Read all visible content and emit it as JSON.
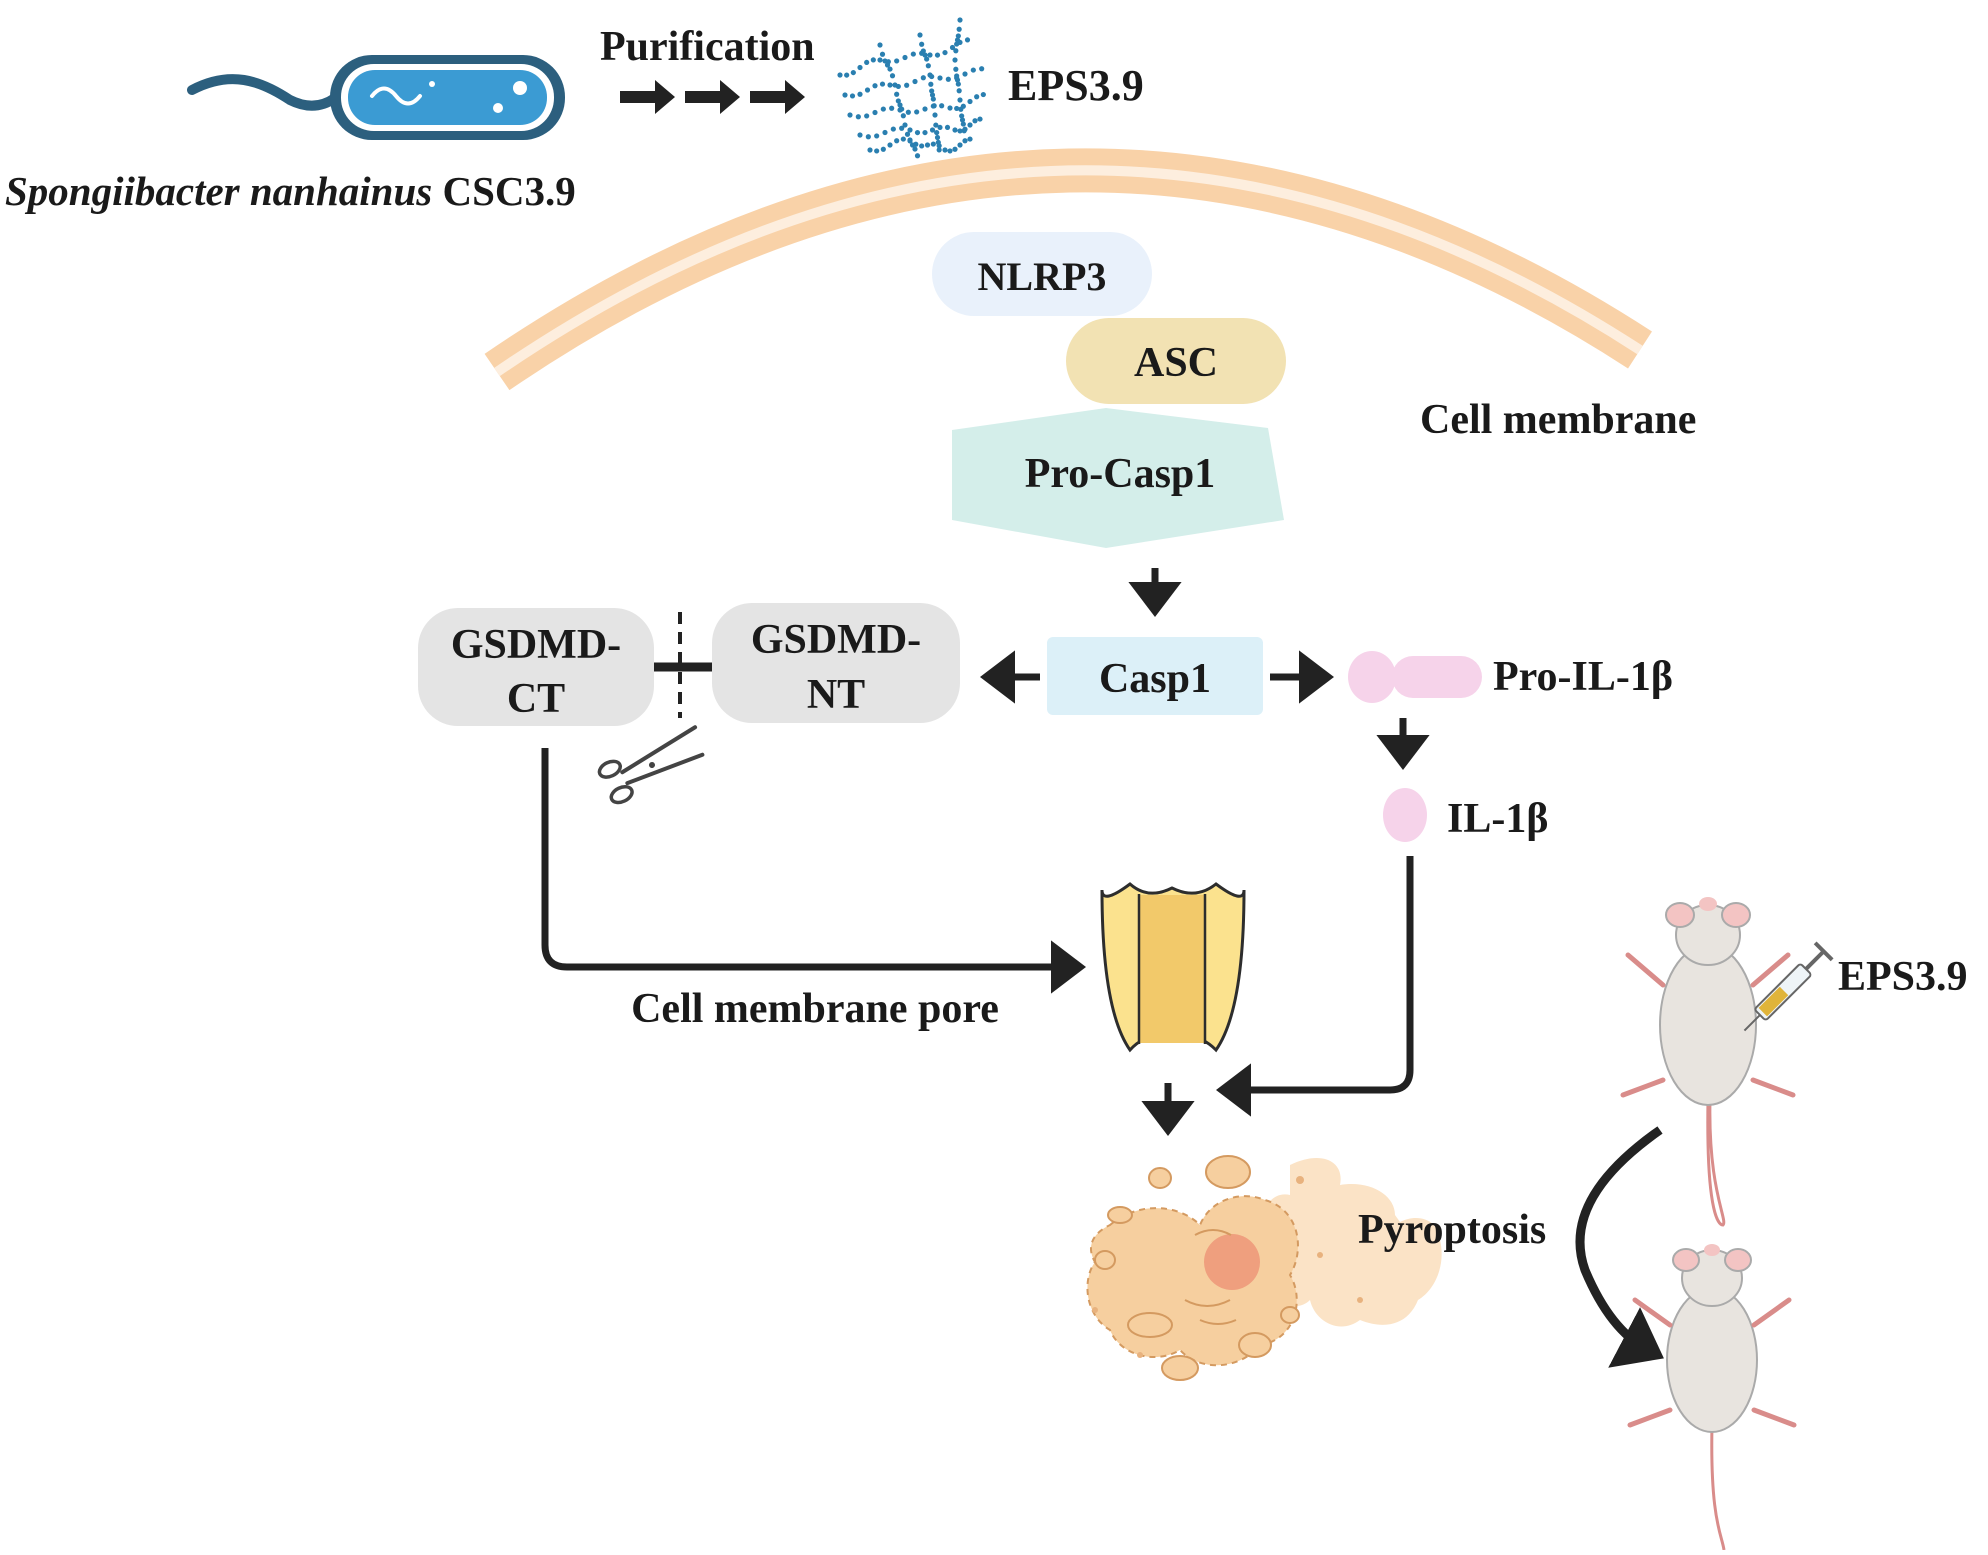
{
  "bacterium": {
    "species": "Spongiibacter nanhainus",
    "strain": "CSC3.9"
  },
  "purification_label": "Purification",
  "eps_label": "EPS3.9",
  "membrane_label": "Cell membrane",
  "inflammasome": {
    "nlrp3": "NLRP3",
    "asc": "ASC",
    "pro_casp1": "Pro-Casp1"
  },
  "casp1": "Casp1",
  "gsdmd_ct": {
    "line1": "GSDMD-",
    "line2": "CT"
  },
  "gsdmd_nt": {
    "line1": "GSDMD-",
    "line2": "NT"
  },
  "pro_il1b": "Pro-IL-1β",
  "il1b": "IL-1β",
  "pore_label": "Cell membrane pore",
  "pyroptosis_label": "Pyroptosis",
  "injection_label": "EPS3.9",
  "colors": {
    "bacterium_body": "#3b9bd3",
    "bacterium_outline": "#2c5f7e",
    "eps_dots": "#2a7fb0",
    "membrane": "#f9d2a8",
    "nlrp3": "#e9f1fb",
    "asc": "#f2e2b3",
    "pro_casp1": "#d4eeea",
    "casp1": "#dcf0f8",
    "gsdmd": "#e4e4e4",
    "il1b": "#f6d3ea",
    "pore": "#fbe28e",
    "cell": "#f6cf9f",
    "arrow": "#222222"
  },
  "icons": [
    "bacterium-icon",
    "polysaccharide-network-icon",
    "scissors-icon",
    "membrane-pore-icon",
    "pyroptotic-cell-icon",
    "mouse-icon",
    "syringe-icon"
  ]
}
